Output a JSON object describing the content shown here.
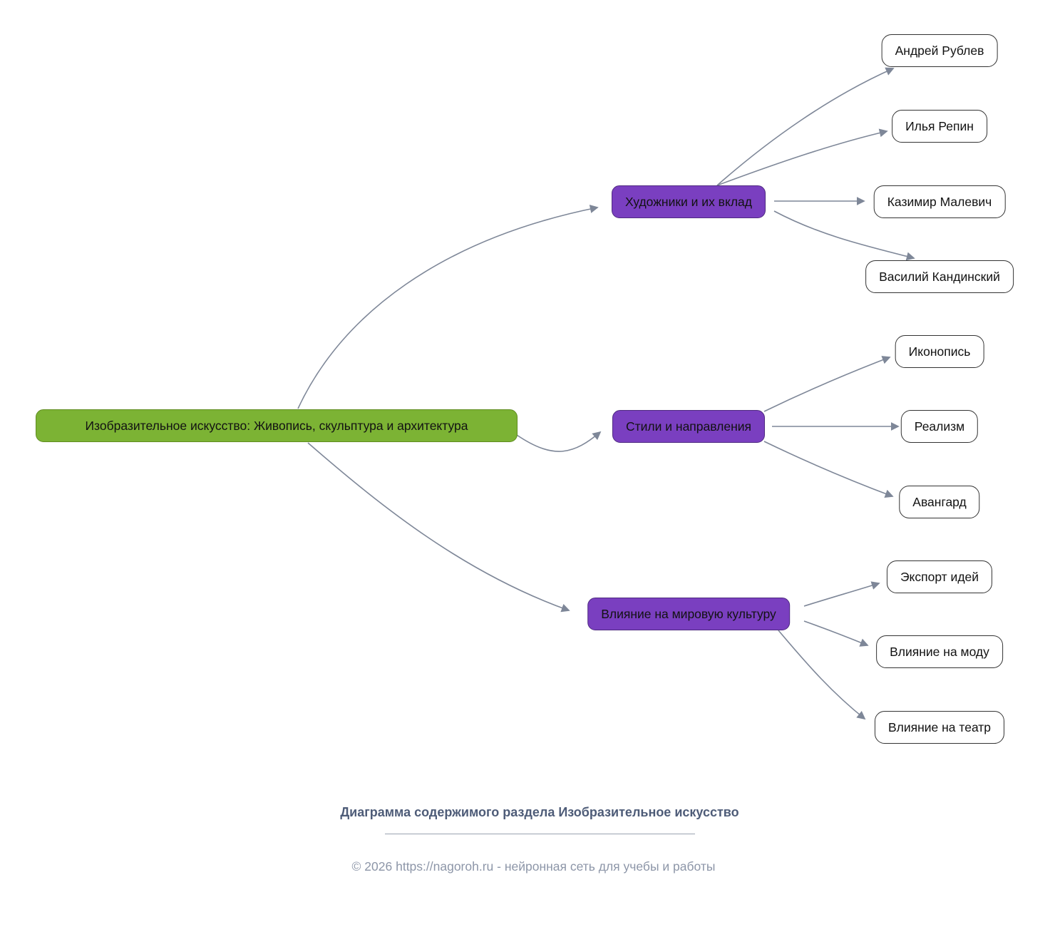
{
  "colors": {
    "root_bg": "#7cb334",
    "root_border": "#5f8c1f",
    "branch_bg": "#7a3fc0",
    "branch_border": "#4e2a80",
    "leaf_border": "#333333",
    "edge_color": "#7e8798",
    "caption_color": "#4e5c78",
    "footer_color": "#8d96a8"
  },
  "root_label": "Изобразительное искусство: Живопись, скульптура и архитектура",
  "branches": [
    {
      "label": "Художники и их вклад",
      "leaves": [
        "Андрей Рублев",
        "Илья Репин",
        "Казимир Малевич",
        "Василий Кандинский"
      ]
    },
    {
      "label": "Стили и направления",
      "leaves": [
        "Иконопись",
        "Реализм",
        "Авангард"
      ]
    },
    {
      "label": "Влияние на мировую культуру",
      "leaves": [
        "Экспорт идей",
        "Влияние на моду",
        "Влияние на театр"
      ]
    }
  ],
  "caption": "Диаграмма содержимого раздела Изобразительное искусство",
  "footer": "© 2026 https://nagoroh.ru - нейронная сеть для учебы и работы"
}
